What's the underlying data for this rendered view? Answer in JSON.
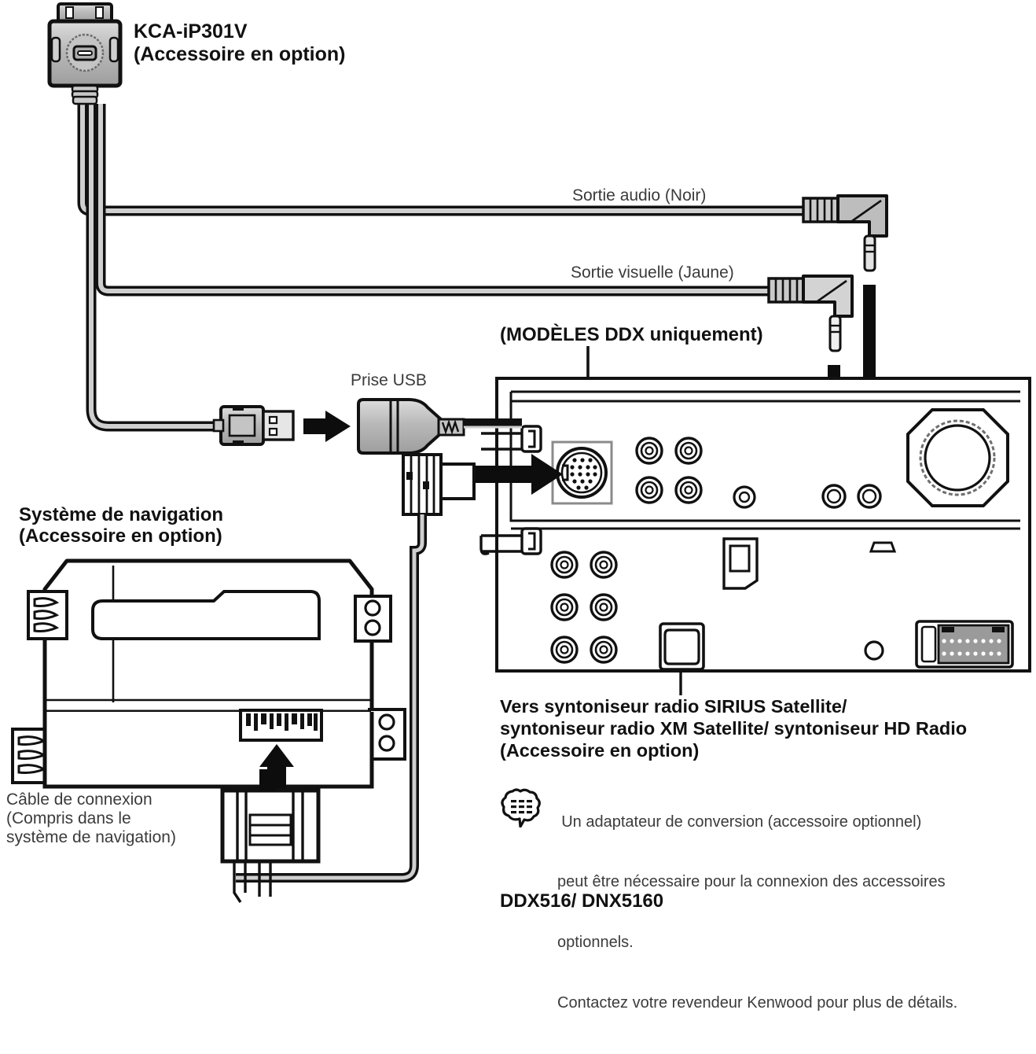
{
  "diagram": {
    "title": "Kenwood receiver connection diagram",
    "labels": {
      "kca_ip301v": "KCA-iP301V\n(Accessoire en option)",
      "audio_out": "Sortie audio (Noir)",
      "video_out": "Sortie visuelle (Jaune)",
      "ddx_only": "(MODÈLES DDX uniquement)",
      "usb_jack": "Prise USB",
      "nav_system": "Système de navigation\n(Accessoire en option)",
      "connection_cable": "Câble de connexion\n(Compris dans le\nsystème de navigation)",
      "sirius_tuner": "Vers syntoniseur radio SIRIUS Satellite/\nsyntoniseur radio XM Satellite/ syntoniseur HD Radio\n(Accessoire en option)",
      "bottom_models": "DDX516/ DNX5160"
    },
    "note": {
      "icon": "note-bubble-icon",
      "line1": "Un adaptateur de conversion (accessoire optionnel)",
      "line2": "peut être nécessaire pour la connexion des accessoires",
      "line3": "optionnels.",
      "line4": "Contactez votre revendeur Kenwood pour plus de détails."
    },
    "colors": {
      "ink": "#1a1a1a",
      "gray_text": "#3b3b3b",
      "connector_fill": "#b5b5b5",
      "connector_light": "#d8d8d8",
      "panel_fill": "#ffffff",
      "background": "#ffffff"
    },
    "components": [
      {
        "name": "ipod-dock-connector",
        "label": "KCA-iP301V"
      },
      {
        "name": "audio-plug",
        "label": "Sortie audio (Noir)"
      },
      {
        "name": "video-plug",
        "label": "Sortie visuelle (Jaune)"
      },
      {
        "name": "usb-plug-male",
        "label": "USB"
      },
      {
        "name": "usb-jack-female",
        "label": "Prise USB"
      },
      {
        "name": "navigation-unit",
        "label": "Système de navigation"
      },
      {
        "name": "navigation-cable-connector",
        "label": "Câble de connexion"
      },
      {
        "name": "receiver-rear-panel",
        "label": "Receiver rear panel"
      },
      {
        "name": "din-navigation-port",
        "label": "(MODÈLES DDX uniquement)"
      },
      {
        "name": "expansion-port",
        "label": "Vers syntoniseur radio SIRIUS Satellite"
      }
    ]
  }
}
